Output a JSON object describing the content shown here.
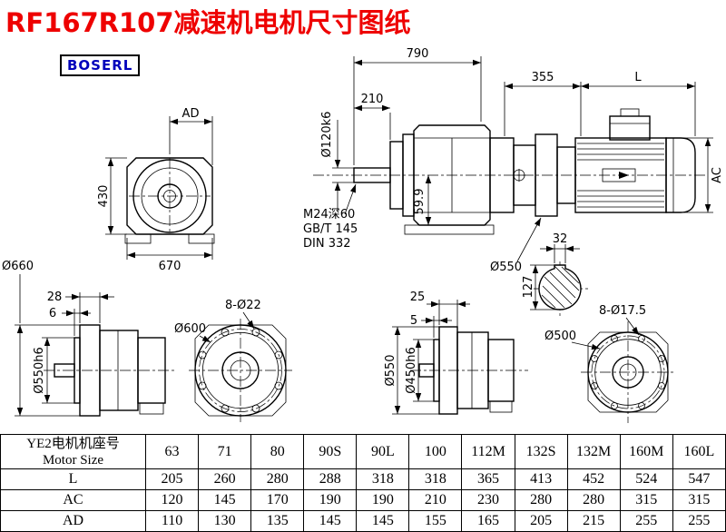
{
  "page": {
    "title": "RF167R107减速机电机尺寸图纸",
    "brand": "BOSERL"
  },
  "colors": {
    "title": "#ee0000",
    "brand": "#0000bb",
    "line": "#000000"
  },
  "labels": {
    "front": {
      "ad": "AD",
      "h430": "430",
      "w670": "670"
    },
    "side": {
      "l790": "790",
      "l210": "210",
      "d120": "Ø120k6",
      "m24": "M24深60",
      "gb145": "GB/T 145",
      "din332": "DIN 332",
      "h599": "59.9"
    },
    "motor": {
      "l355": "355",
      "lL": "L",
      "ac": "AC"
    },
    "section": {
      "w32": "32",
      "d550": "Ø550",
      "h127": "127"
    },
    "flange_big": {
      "t28": "28",
      "t6": "6",
      "d660": "Ø660",
      "d550h6": "Ø550h6",
      "d600": "Ø600",
      "holes": "8-Ø22"
    },
    "flange_small": {
      "t25": "25",
      "t5": "5",
      "d550": "Ø550",
      "d450h6": "Ø450h6",
      "d500": "Ø500",
      "holes": "8-Ø17.5"
    }
  },
  "table": {
    "header_cn": "YE2电机机座号",
    "header_en": "Motor Size",
    "columns": [
      "63",
      "71",
      "80",
      "90S",
      "90L",
      "100",
      "112M",
      "132S",
      "132M",
      "160M",
      "160L"
    ],
    "rows": [
      {
        "label": "L",
        "values": [
          "205",
          "260",
          "280",
          "288",
          "318",
          "318",
          "365",
          "413",
          "452",
          "524",
          "547"
        ]
      },
      {
        "label": "AC",
        "values": [
          "120",
          "145",
          "170",
          "190",
          "190",
          "210",
          "230",
          "280",
          "280",
          "315",
          "315"
        ]
      },
      {
        "label": "AD",
        "values": [
          "110",
          "130",
          "135",
          "145",
          "145",
          "155",
          "165",
          "205",
          "215",
          "255",
          "255"
        ]
      }
    ]
  }
}
